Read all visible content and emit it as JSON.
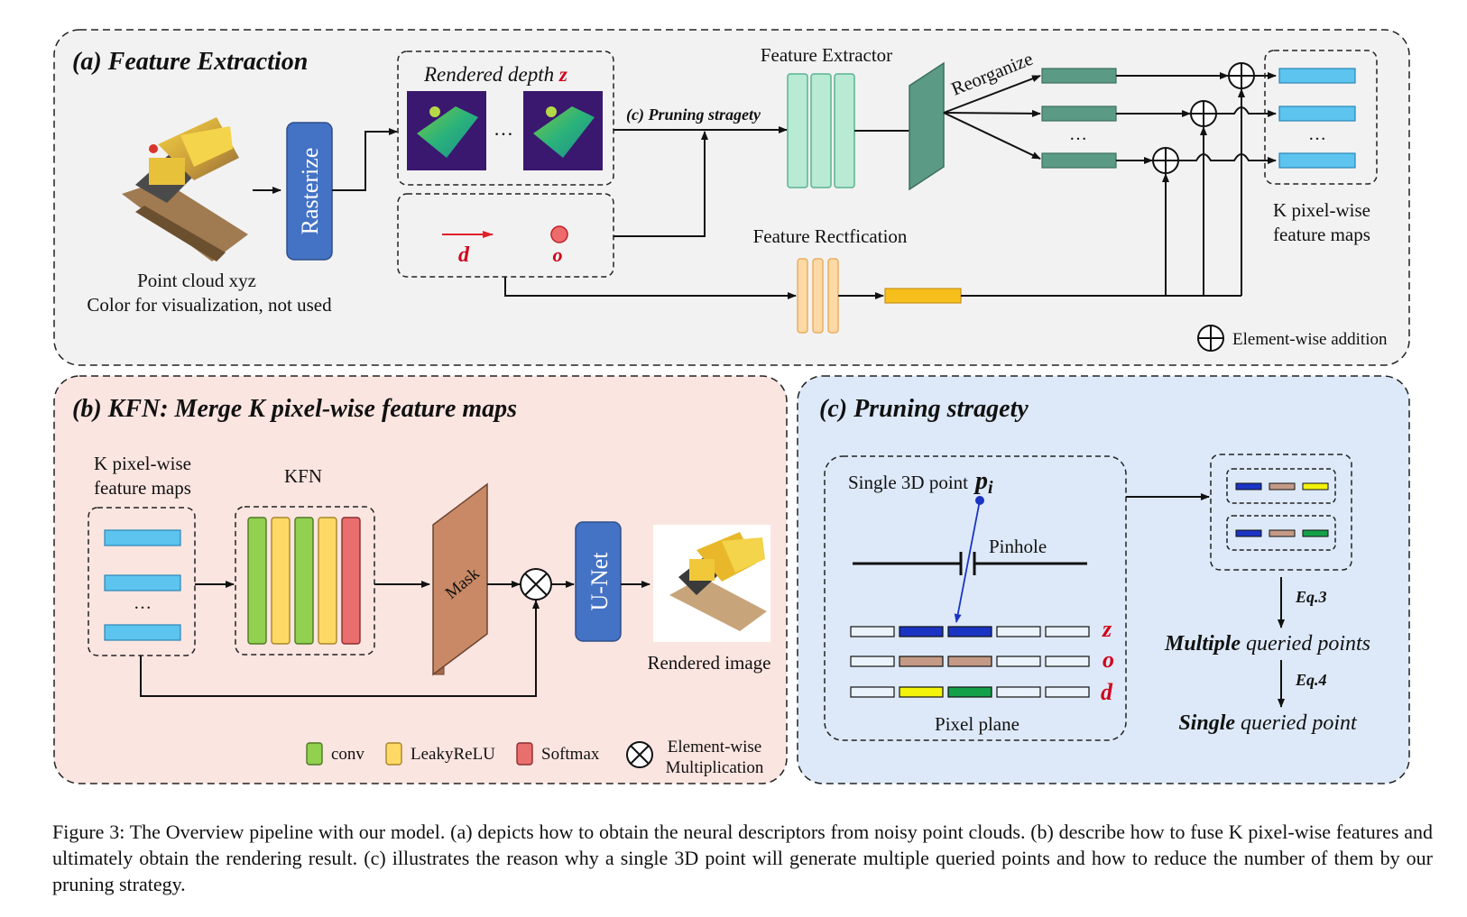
{
  "panel_a": {
    "title": "(a) Feature Extraction",
    "point_cloud_line1": "Point cloud xyz",
    "point_cloud_line2": "Color for visualization, not used",
    "rasterize": "Rasterize",
    "rendered_depth": "Rendered depth",
    "depth_symbol": "z",
    "ellipsis": "…",
    "d_symbol": "d",
    "o_symbol": "o",
    "pruning_label": "(c) Pruning stragety",
    "feature_extractor": "Feature Extractor",
    "reorganize": "Reorganize",
    "feature_rectification": "Feature Rectfication",
    "k_maps_line1": "K pixel-wise",
    "k_maps_line2": "feature maps",
    "legend_addition": "Element-wise addition"
  },
  "panel_b": {
    "title": "(b) KFN: Merge K pixel-wise feature maps",
    "k_maps_line1": "K pixel-wise",
    "k_maps_line2": "feature maps",
    "kfn": "KFN",
    "mask": "Mask",
    "unet": "U-Net",
    "rendered_image": "Rendered image",
    "ellipsis": "…",
    "legend_conv": "conv",
    "legend_leaky": "LeakyReLU",
    "legend_softmax": "Softmax",
    "legend_mult_line1": "Element-wise",
    "legend_mult_line2": "Multiplication"
  },
  "panel_c": {
    "title": "(c) Pruning stragety",
    "single_point": "Single 3D point",
    "point_symbol": "p",
    "point_subscript": "i",
    "pinhole": "Pinhole",
    "z_symbol": "z",
    "o_symbol": "o",
    "d_symbol": "d",
    "pixel_plane": "Pixel plane",
    "eq3": "Eq.3",
    "eq4": "Eq.4",
    "multiple_bold": "Multiple",
    "multiple_rest": " queried points",
    "single_bold": "Single",
    "single_rest": " queried point"
  },
  "colors": {
    "panel_a_bg": "#f2f2f2",
    "panel_b_bg": "#fbe5e1",
    "panel_c_bg": "#dde9f8",
    "rasterize_blue": "#4472c4",
    "feature_green": "#b9ead3",
    "reorg_green": "#5b9b85",
    "map_cyan": "#5cc4ee",
    "rectify_orange": "#fdd9a5",
    "rectify_bar": "#f7bf1c",
    "conv_green": "#92d050",
    "leaky_yellow": "#ffd966",
    "softmax_red": "#e96e6e",
    "mask_brown": "#c98966",
    "symbol_red": "#d0021b",
    "dark_blue": "#1a34c4",
    "tan": "#c49a86",
    "bright_yellow": "#f2f20b",
    "dark_green": "#14a048"
  },
  "caption": "Figure 3: The Overview pipeline with our model. (a) depicts how to obtain the neural descriptors from noisy point clouds. (b) describe how to fuse K pixel-wise features and ultimately obtain the rendering result. (c) illustrates the reason why a single 3D point will generate multiple queried points and how to reduce the number of them by our pruning strategy."
}
